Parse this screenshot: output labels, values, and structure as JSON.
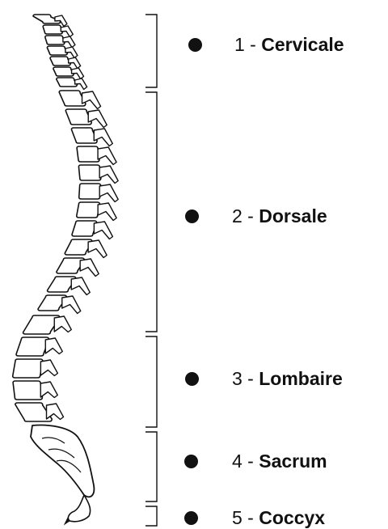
{
  "colors": {
    "ink": "#111111",
    "bone_fill": "#ffffff",
    "background": "#ffffff"
  },
  "regions": [
    {
      "number": "1",
      "separator": " - ",
      "name": "Cervicale"
    },
    {
      "number": "2",
      "separator": " - ",
      "name": "Dorsale"
    },
    {
      "number": "3",
      "separator": " - ",
      "name": "Lombaire"
    },
    {
      "number": "4",
      "separator": " - ",
      "name": "Sacrum"
    },
    {
      "number": "5",
      "separator": " - ",
      "name": "Coccyx"
    }
  ]
}
